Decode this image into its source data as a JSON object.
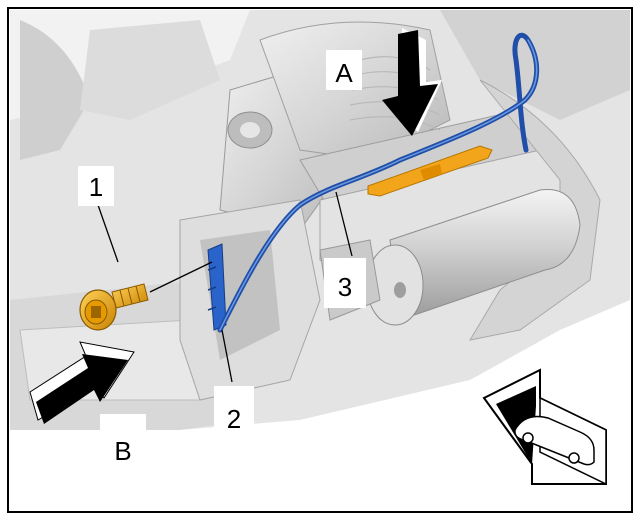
{
  "figure": {
    "callouts": [
      {
        "id": "1",
        "label": "1",
        "part": "bolt"
      },
      {
        "id": "2",
        "label": "2",
        "part": "bracket"
      },
      {
        "id": "3",
        "label": "3",
        "part": "cable"
      }
    ],
    "view_letters": [
      {
        "id": "A",
        "label": "A"
      },
      {
        "id": "B",
        "label": "B"
      }
    ],
    "colors": {
      "frame": "#000000",
      "housing": "#d9d9d9",
      "housing_dark": "#a8a8a8",
      "cable": "#1f4fa8",
      "bracket": "#2a63c9",
      "bolt": "#f0a000",
      "clip": "#f2a51a",
      "arrow": "#000000"
    },
    "icons": [
      "direction-of-travel-car-icon",
      "bolt-icon"
    ]
  }
}
